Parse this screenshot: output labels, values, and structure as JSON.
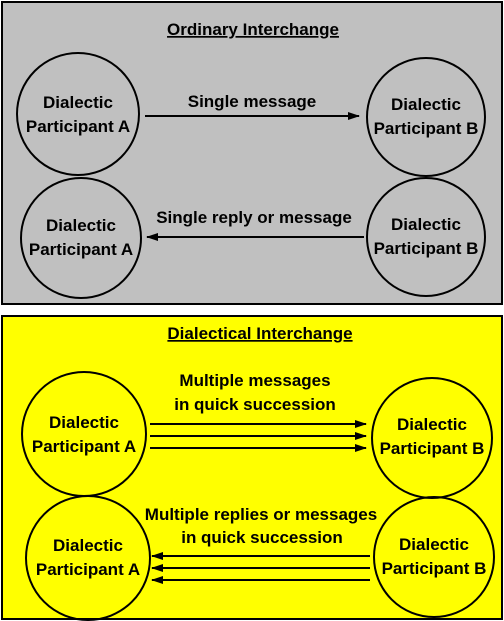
{
  "colors": {
    "ordinary_bg": "#c0c0c0",
    "dialectical_bg": "#ffff00",
    "stroke": "#000000"
  },
  "ordinary": {
    "title": "Ordinary Interchange",
    "row1": {
      "left": {
        "line1": "Dialectic",
        "line2": "Participant A"
      },
      "right": {
        "line1": "Dialectic",
        "line2": "Participant B"
      },
      "message": "Single message",
      "direction": "right",
      "arrow_count": 1
    },
    "row2": {
      "left": {
        "line1": "Dialectic",
        "line2": "Participant A"
      },
      "right": {
        "line1": "Dialectic",
        "line2": "Participant B"
      },
      "message": "Single reply or message",
      "direction": "left",
      "arrow_count": 1
    }
  },
  "dialectical": {
    "title": "Dialectical  Interchange",
    "row1": {
      "left": {
        "line1": "Dialectic",
        "line2": "Participant A"
      },
      "right": {
        "line1": "Dialectic",
        "line2": "Participant B"
      },
      "message_line1": "Multiple messages",
      "message_line2": "in quick succession",
      "direction": "right",
      "arrow_count": 3
    },
    "row2": {
      "left": {
        "line1": "Dialectic",
        "line2": "Participant A"
      },
      "right": {
        "line1": "Dialectic",
        "line2": "Participant B"
      },
      "message_line1": "Multiple replies or  messages",
      "message_line2": "in quick succession",
      "direction": "left",
      "arrow_count": 3
    }
  }
}
